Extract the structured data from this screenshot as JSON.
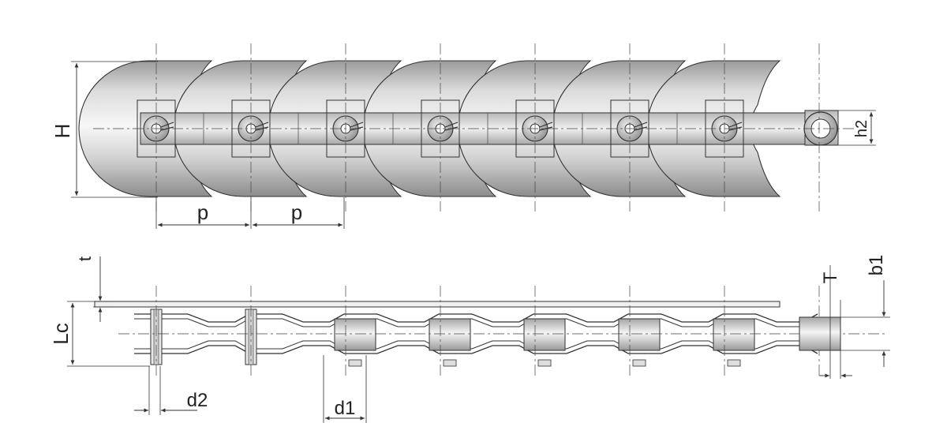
{
  "labels": {
    "height": "H",
    "pitch_1": "p",
    "pitch_2": "p",
    "plate_height": "h2",
    "plate_thickness": "t",
    "pin_length": "Lc",
    "pin_diameter": "d2",
    "roller_diameter": "d1",
    "plate_thickness_outer": "T",
    "inner_width": "b1"
  },
  "colors": {
    "line": "#333333",
    "metal_light": "#f4f4f4",
    "metal_mid": "#cfcfcf",
    "metal_dark": "#8e8e8e"
  },
  "structure": {
    "top_view_segments": 7,
    "side_view_rollers": 7
  }
}
